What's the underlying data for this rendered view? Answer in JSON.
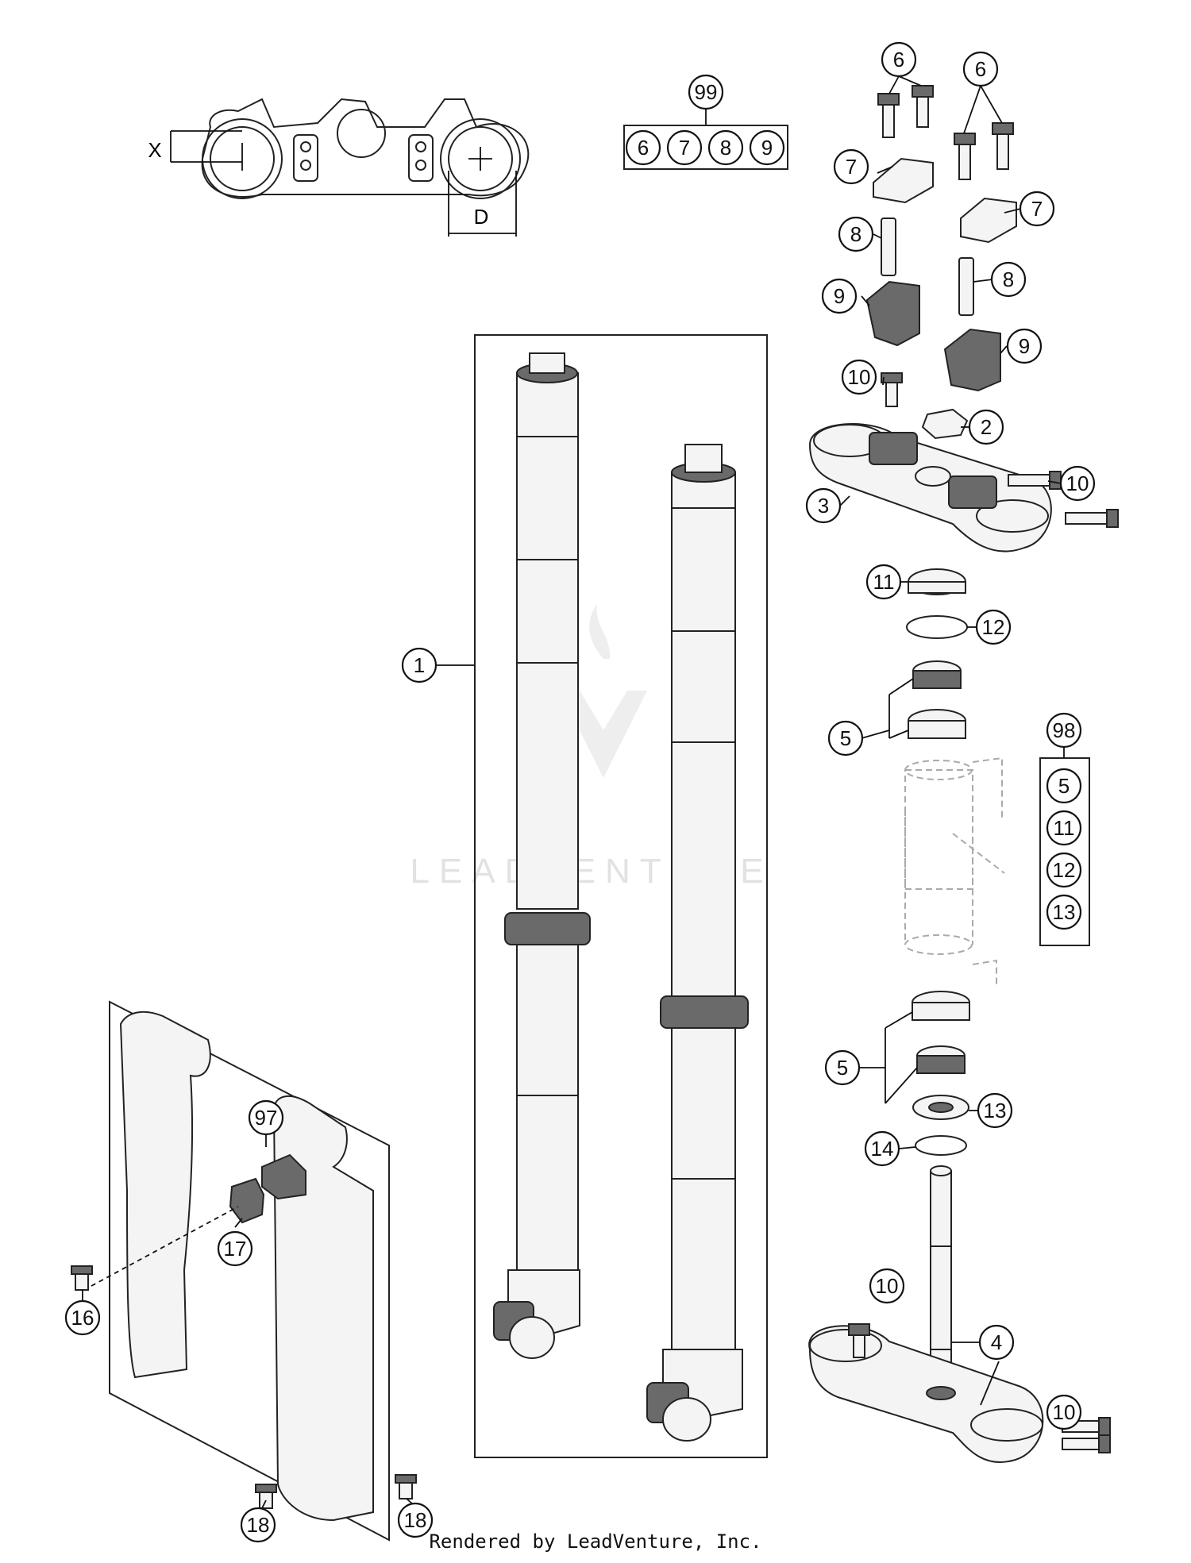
{
  "footer": "Rendered by LeadVenture, Inc.",
  "watermark": "LEADVENTURE",
  "dimension_labels": {
    "x": "X",
    "d": "D"
  },
  "callouts": {
    "c1": "1",
    "c2": "2",
    "c3": "3",
    "c4": "4",
    "c5a": "5",
    "c5b": "5",
    "c6a": "6",
    "c6b": "6",
    "c7a": "7",
    "c7b": "7",
    "c8a": "8",
    "c8b": "8",
    "c9a": "9",
    "c9b": "9",
    "c10a": "10",
    "c10b": "10",
    "c10c": "10",
    "c10d": "10",
    "c11": "11",
    "c12": "12",
    "c13": "13",
    "c14": "14",
    "c16": "16",
    "c17": "17",
    "c18a": "18",
    "c18b": "18",
    "c97": "97",
    "c98": "98",
    "c99": "99"
  },
  "kit_99": {
    "label": "99",
    "items": [
      "6",
      "7",
      "8",
      "9"
    ]
  },
  "kit_98": {
    "label": "98",
    "items": [
      "5",
      "11",
      "12",
      "13"
    ]
  },
  "colors": {
    "line": "#222222",
    "fill": "#f4f4f4",
    "shade": "#6a6a6a",
    "watermark": "#e2e2e2"
  }
}
